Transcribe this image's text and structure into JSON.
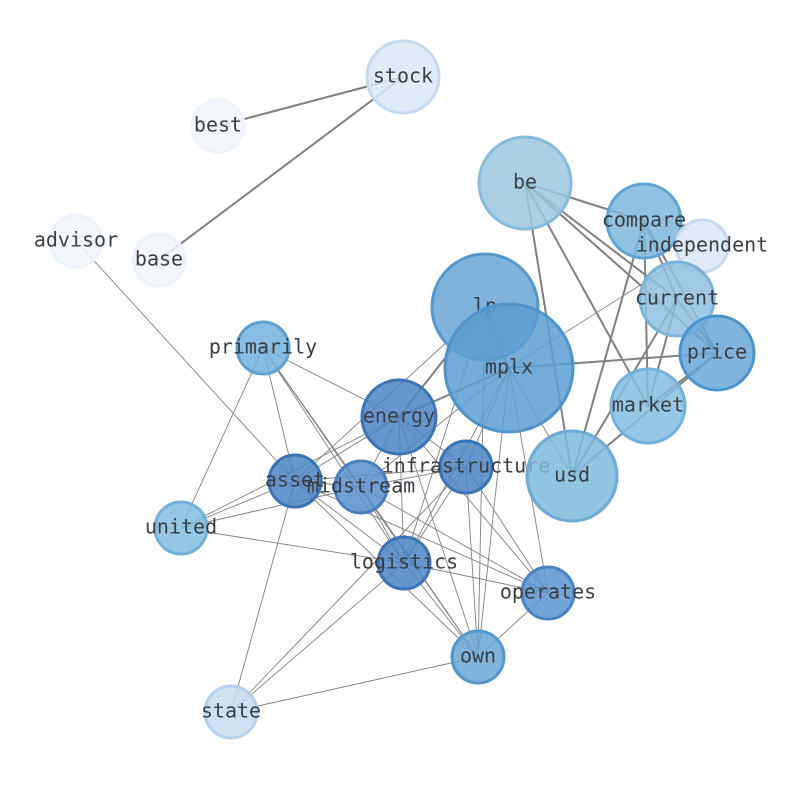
{
  "colors": {
    "background": "#ffffff",
    "edge": "#808080",
    "label": "#3a3f46"
  },
  "nodes": [
    {
      "id": "stock",
      "label": "stock",
      "fill": "#dae7f4",
      "stroke": "#c6daef"
    },
    {
      "id": "best",
      "label": "best",
      "fill": "#f2f7fd",
      "stroke": "#eef4fb"
    },
    {
      "id": "advisor",
      "label": "advisor",
      "fill": "#f2f7fd",
      "stroke": "#eef4fb"
    },
    {
      "id": "base",
      "label": "base",
      "fill": "#f2f7fd",
      "stroke": "#eef4fb"
    },
    {
      "id": "be",
      "label": "be",
      "fill": "#9ac7e0",
      "stroke": "#86bbdc"
    },
    {
      "id": "compare",
      "label": "compare",
      "fill": "#7cb6dc",
      "stroke": "#5fa3d2"
    },
    {
      "id": "independent",
      "label": "independent",
      "fill": "#dae7f4",
      "stroke": "#c6daef"
    },
    {
      "id": "lp",
      "label": "lp",
      "fill": "#6aa5d4",
      "stroke": "#5597cb"
    },
    {
      "id": "current",
      "label": "current",
      "fill": "#8ec0e0",
      "stroke": "#7ab4da"
    },
    {
      "id": "mplx",
      "label": "mplx",
      "fill": "#5c9dd0",
      "stroke": "#4e93c9"
    },
    {
      "id": "price",
      "label": "price",
      "fill": "#6aa7d6",
      "stroke": "#4b95cc"
    },
    {
      "id": "primarily",
      "label": "primarily",
      "fill": "#73b0dc",
      "stroke": "#5ea0d0"
    },
    {
      "id": "energy",
      "label": "energy",
      "fill": "#4c84c4",
      "stroke": "#3a74b6"
    },
    {
      "id": "market",
      "label": "market",
      "fill": "#84bde0",
      "stroke": "#72b1da"
    },
    {
      "id": "infrastructure",
      "label": "infrastructure",
      "fill": "#4c84c4",
      "stroke": "#3a74b6"
    },
    {
      "id": "usd",
      "label": "usd",
      "fill": "#7fb8dc",
      "stroke": "#6eaad4"
    },
    {
      "id": "asset",
      "label": "asset",
      "fill": "#4c84c4",
      "stroke": "#3a74b6"
    },
    {
      "id": "midstream",
      "label": "midstream",
      "fill": "#5a8fca",
      "stroke": "#4a80c0"
    },
    {
      "id": "united",
      "label": "united",
      "fill": "#84bde0",
      "stroke": "#72b1da"
    },
    {
      "id": "logistics",
      "label": "logistics",
      "fill": "#4c84c4",
      "stroke": "#3a74b6"
    },
    {
      "id": "operates",
      "label": "operates",
      "fill": "#5a92ce",
      "stroke": "#4a84c4"
    },
    {
      "id": "own",
      "label": "own",
      "fill": "#6aa5d4",
      "stroke": "#5597cb"
    },
    {
      "id": "state",
      "label": "state",
      "fill": "#c5dcef",
      "stroke": "#b4d0ea"
    }
  ],
  "edges": [
    [
      "stock",
      "best",
      2
    ],
    [
      "stock",
      "base",
      2
    ],
    [
      "advisor",
      "asset",
      1
    ],
    [
      "be",
      "compare",
      2
    ],
    [
      "be",
      "current",
      2
    ],
    [
      "be",
      "price",
      2
    ],
    [
      "be",
      "market",
      2
    ],
    [
      "be",
      "usd",
      2
    ],
    [
      "compare",
      "current",
      2
    ],
    [
      "compare",
      "price",
      2
    ],
    [
      "compare",
      "market",
      2
    ],
    [
      "compare",
      "usd",
      2
    ],
    [
      "current",
      "market",
      2
    ],
    [
      "current",
      "usd",
      2
    ],
    [
      "current",
      "price",
      2
    ],
    [
      "price",
      "usd",
      2
    ],
    [
      "price",
      "market",
      2
    ],
    [
      "price",
      "mplx",
      2
    ],
    [
      "independent",
      "mplx",
      1
    ],
    [
      "lp",
      "mplx",
      2
    ],
    [
      "lp",
      "energy",
      2
    ],
    [
      "lp",
      "logistics",
      1
    ],
    [
      "lp",
      "own",
      1
    ],
    [
      "lp",
      "asset",
      1
    ],
    [
      "mplx",
      "energy",
      2
    ],
    [
      "mplx",
      "infrastructure",
      1
    ],
    [
      "mplx",
      "logistics",
      1
    ],
    [
      "mplx",
      "operates",
      1
    ],
    [
      "mplx",
      "own",
      1
    ],
    [
      "mplx",
      "usd",
      1
    ],
    [
      "mplx",
      "midstream",
      1
    ],
    [
      "primarily",
      "energy",
      1
    ],
    [
      "primarily",
      "asset",
      1
    ],
    [
      "primarily",
      "midstream",
      1
    ],
    [
      "primarily",
      "logistics",
      1
    ],
    [
      "primarily",
      "own",
      1
    ],
    [
      "primarily",
      "united",
      1
    ],
    [
      "energy",
      "asset",
      1
    ],
    [
      "energy",
      "infrastructure",
      1
    ],
    [
      "energy",
      "midstream",
      1
    ],
    [
      "energy",
      "logistics",
      1
    ],
    [
      "energy",
      "operates",
      1
    ],
    [
      "energy",
      "own",
      1
    ],
    [
      "energy",
      "united",
      1
    ],
    [
      "infrastructure",
      "asset",
      1
    ],
    [
      "infrastructure",
      "midstream",
      1
    ],
    [
      "infrastructure",
      "logistics",
      1
    ],
    [
      "infrastructure",
      "operates",
      1
    ],
    [
      "infrastructure",
      "own",
      1
    ],
    [
      "infrastructure",
      "state",
      1
    ],
    [
      "asset",
      "midstream",
      1
    ],
    [
      "asset",
      "logistics",
      1
    ],
    [
      "asset",
      "operates",
      1
    ],
    [
      "asset",
      "own",
      1
    ],
    [
      "asset",
      "united",
      1
    ],
    [
      "asset",
      "state",
      1
    ],
    [
      "midstream",
      "logistics",
      1
    ],
    [
      "midstream",
      "operates",
      1
    ],
    [
      "midstream",
      "own",
      1
    ],
    [
      "midstream",
      "united",
      1
    ],
    [
      "united",
      "logistics",
      1
    ],
    [
      "logistics",
      "operates",
      1
    ],
    [
      "logistics",
      "own",
      1
    ],
    [
      "logistics",
      "state",
      1
    ],
    [
      "operates",
      "own",
      1
    ],
    [
      "own",
      "state",
      1
    ]
  ]
}
